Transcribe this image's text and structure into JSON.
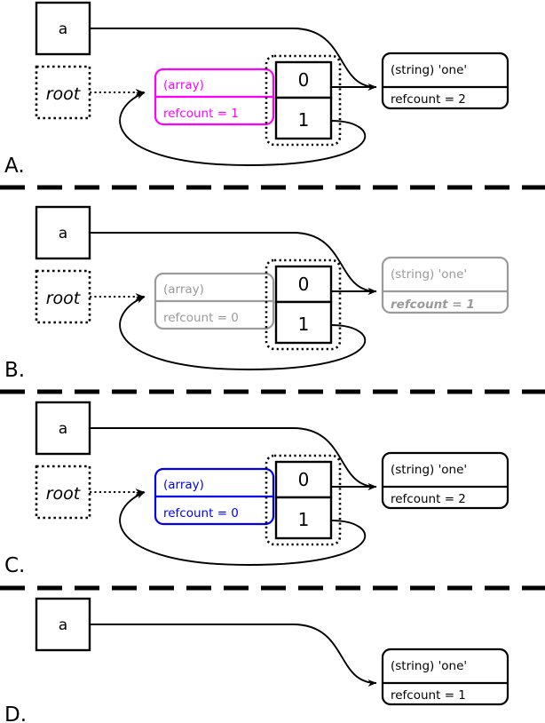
{
  "figure": {
    "type": "reference-counting-diagram",
    "panels": [
      {
        "id": "A",
        "label": "A.",
        "state": "active",
        "variable_box": {
          "name": "a",
          "style": "solid"
        },
        "root_box": {
          "name": "root",
          "style": "dotted"
        },
        "array_object": {
          "type_label": "(array)",
          "refcount_label": "refcount = 1",
          "color": "#FF00FF",
          "dimmed": false
        },
        "array_indices": [
          "0",
          "1"
        ],
        "string_object": {
          "type_label": "(string) 'one'",
          "refcount_label": "refcount = 2",
          "color": "#000000",
          "dimmed": false,
          "refcount_emphasis": false
        },
        "edges": [
          {
            "from": "a",
            "to": "string"
          },
          {
            "from": "root",
            "to": "array"
          },
          {
            "from": "index-0",
            "to": "string"
          },
          {
            "from": "index-1",
            "to": "array"
          }
        ]
      },
      {
        "id": "B",
        "label": "B.",
        "state": "dimmed",
        "variable_box": {
          "name": "a",
          "style": "solid"
        },
        "root_box": {
          "name": "root",
          "style": "dotted"
        },
        "array_object": {
          "type_label": "(array)",
          "refcount_label": "refcount = 0",
          "color": "#9a9a9a",
          "dimmed": true
        },
        "array_indices": [
          "0",
          "1"
        ],
        "string_object": {
          "type_label": "(string) 'one'",
          "refcount_label": "refcount = 1",
          "color": "#9a9a9a",
          "dimmed": true,
          "refcount_emphasis": true
        },
        "edges": [
          {
            "from": "a",
            "to": "string"
          },
          {
            "from": "root",
            "to": "array"
          },
          {
            "from": "index-0",
            "to": "string"
          },
          {
            "from": "index-1",
            "to": "array"
          }
        ]
      },
      {
        "id": "C",
        "label": "C.",
        "state": "active",
        "variable_box": {
          "name": "a",
          "style": "solid"
        },
        "root_box": {
          "name": "root",
          "style": "dotted"
        },
        "array_object": {
          "type_label": "(array)",
          "refcount_label": "refcount = 0",
          "color": "#0000EE",
          "dimmed": false
        },
        "array_indices": [
          "0",
          "1"
        ],
        "string_object": {
          "type_label": "(string) 'one'",
          "refcount_label": "refcount = 2",
          "color": "#000000",
          "dimmed": false,
          "refcount_emphasis": false
        },
        "edges": [
          {
            "from": "a",
            "to": "string"
          },
          {
            "from": "root",
            "to": "array"
          },
          {
            "from": "index-0",
            "to": "string"
          },
          {
            "from": "index-1",
            "to": "array"
          }
        ]
      },
      {
        "id": "D",
        "label": "D.",
        "state": "active",
        "variable_box": {
          "name": "a",
          "style": "solid"
        },
        "root_box": null,
        "array_object": null,
        "array_indices": [],
        "string_object": {
          "type_label": "(string) 'one'",
          "refcount_label": "refcount = 1",
          "color": "#000000",
          "dimmed": false,
          "refcount_emphasis": false
        },
        "edges": [
          {
            "from": "a",
            "to": "string"
          }
        ]
      }
    ],
    "colors": {
      "magenta": "#FF00FF",
      "blue": "#0000EE",
      "gray": "#9a9a9a",
      "black": "#000000",
      "background": "#ffffff"
    },
    "separators": 3
  }
}
